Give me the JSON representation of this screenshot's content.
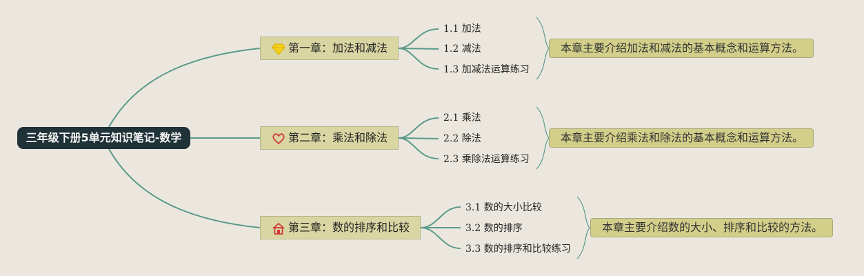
{
  "root": {
    "title": "三年级下册5单元知识笔记-数学"
  },
  "chapters": [
    {
      "title": "第一章：加法和减法",
      "icon": "diamond-icon",
      "sections": [
        "1.1 加法",
        "1.2 减法",
        "1.3 加减法运算练习"
      ],
      "summary": "本章主要介绍加法和减法的基本概念和运算方法。"
    },
    {
      "title": "第二章：乘法和除法",
      "icon": "heart-icon",
      "sections": [
        "2.1 乘法",
        "2.2 除法",
        "2.3 乘除法运算练习"
      ],
      "summary": "本章主要介绍乘法和除法的基本概念和运算方法。"
    },
    {
      "title": "第三章：数的排序和比较",
      "icon": "house-icon",
      "sections": [
        "3.1 数的大小比较",
        "3.2 数的排序",
        "3.3 数的排序和比较练习"
      ],
      "summary": "本章主要介绍数的大小、排序和比较的方法。"
    }
  ],
  "colors": {
    "background": "#ebe7df",
    "root": "#1f3237",
    "chapter": "#d9d6a3",
    "summary": "#d3cf8a",
    "connector": "#5b9a8b"
  }
}
